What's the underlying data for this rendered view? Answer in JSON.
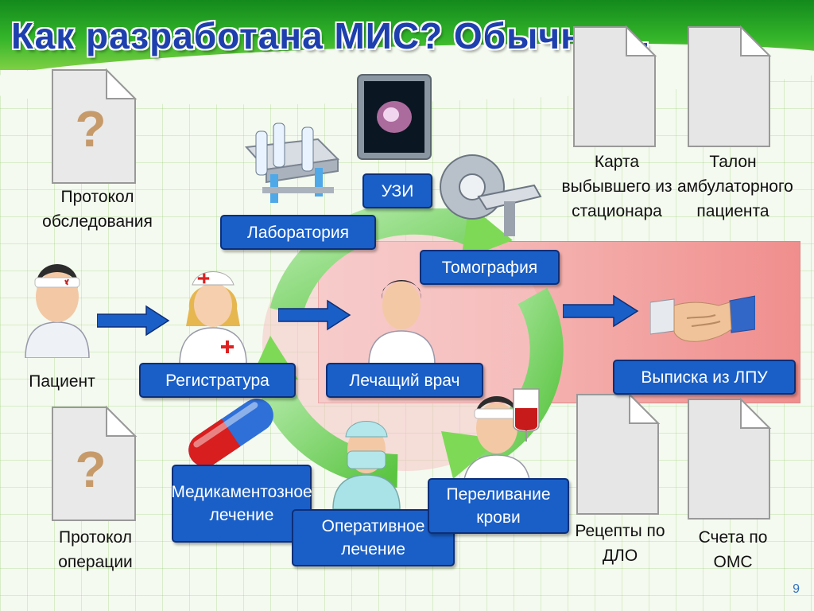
{
  "title": "Как разработана МИС? Обычно ...",
  "page_number": "9",
  "documents": {
    "protocol_exam": "Протокол обследования",
    "protocol_operation": "Протокол операции",
    "discharge_card": "Карта выбывшего из стационара",
    "outpatient_ticket": "Талон амбулаторного пациента",
    "prescriptions": "Рецепты по ДЛО",
    "oms_bills": "Счета по ОМС",
    "unknown_mark": "?"
  },
  "captions": {
    "patient": "Пациент"
  },
  "labels": {
    "laboratory": "Лаборатория",
    "ultrasound": "УЗИ",
    "tomography": "Томография",
    "registry": "Регистратура",
    "attending_doctor": "Лечащий врач",
    "discharge": "Выписка из ЛПУ",
    "drug_treatment": "Медикаментозное лечение",
    "surgery": "Оперативное лечение",
    "transfusion": "Переливание крови"
  },
  "colors": {
    "title": "#1e3fae",
    "label_bg": "#1a5fc7",
    "cycle_arrow": "#7ed957",
    "flow_arrow": "#1a5fc7"
  }
}
